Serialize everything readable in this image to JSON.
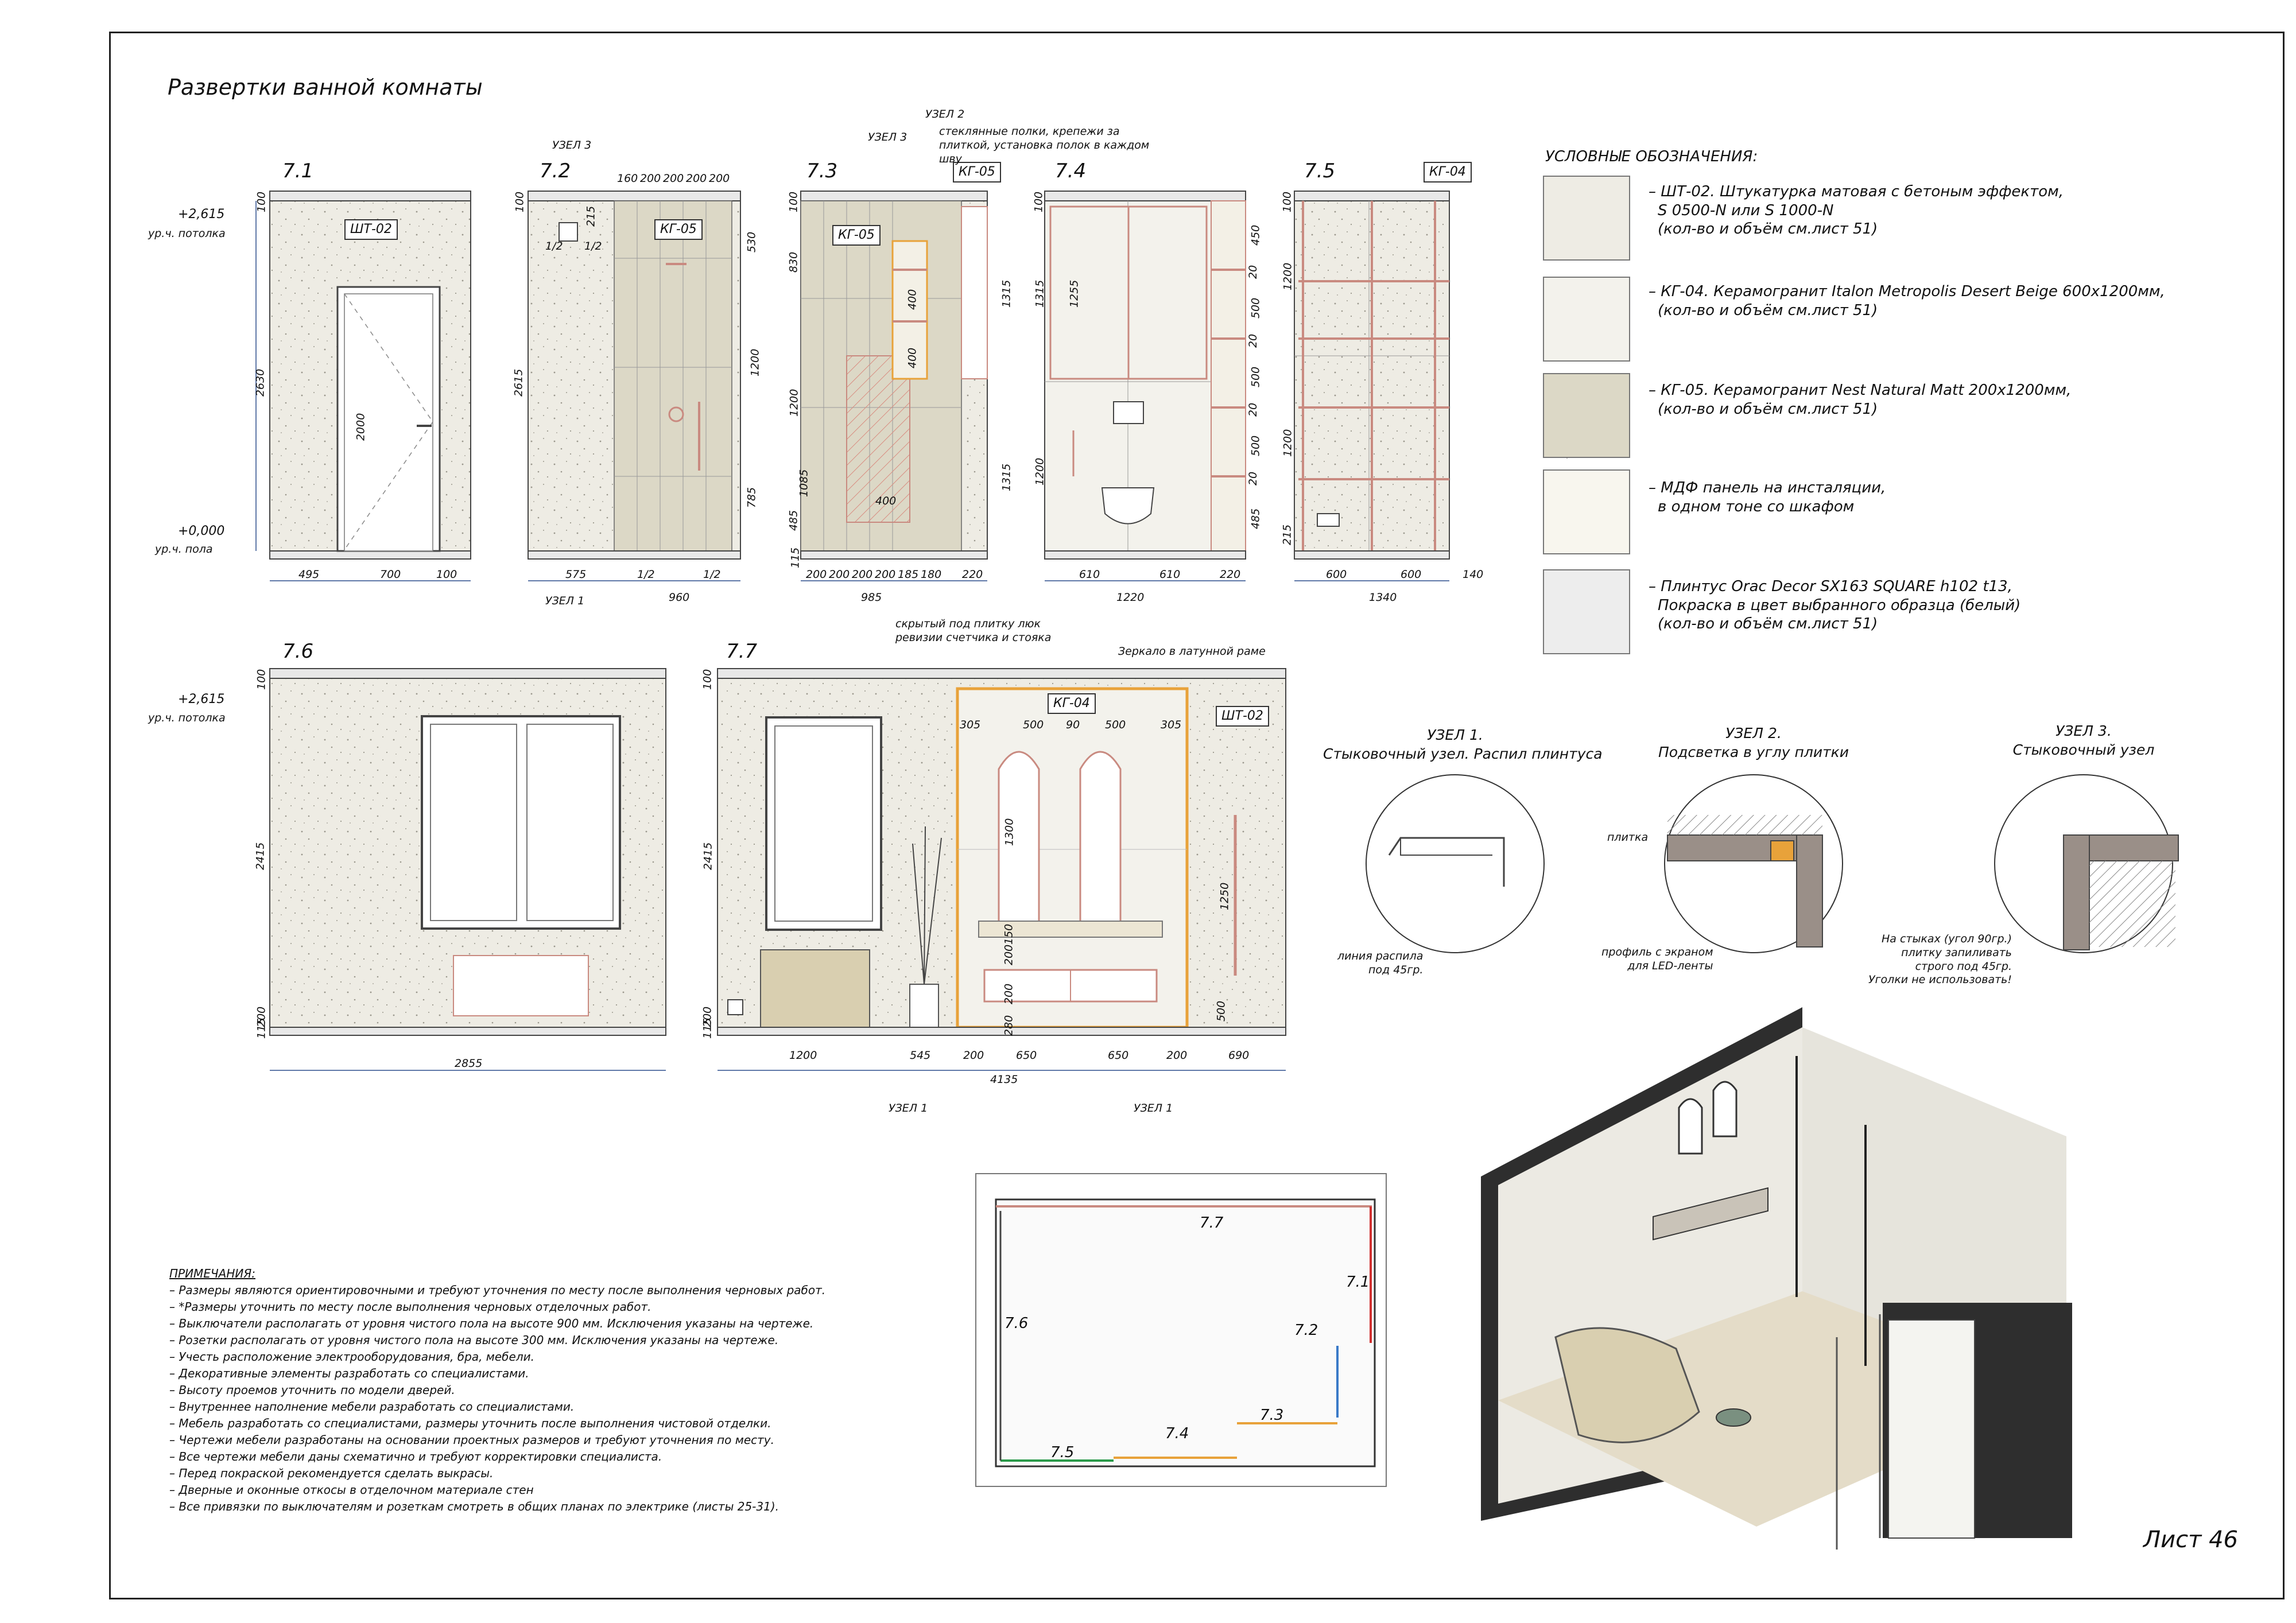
{
  "title": "Развертки ванной комнаты",
  "sheet": "Лист 46",
  "views": [
    "7.1",
    "7.2",
    "7.3",
    "7.4",
    "7.5",
    "7.6",
    "7.7"
  ],
  "levels": {
    "ceiling_value": "+2,615",
    "ceiling_label": "ур.ч. потолка",
    "floor_value": "+0,000",
    "floor_label": "ур.ч. пола"
  },
  "tags": {
    "sht02": "ШТ-02",
    "kg05": "КГ-05",
    "kg04": "КГ-04"
  },
  "callouts": {
    "uzel1": "УЗЕЛ 1",
    "uzel2": "УЗЕЛ 2",
    "uzel3": "УЗЕЛ 3",
    "shelves": "стеклянные полки, крепежи за плиткой, установка полок в каждом шву",
    "hatch": "скрытый под плитку люк ревизии счетчика и стояка",
    "mirror": "Зеркало в латунной раме"
  },
  "dims": {
    "v71": {
      "w": [
        "495",
        "700",
        "100"
      ],
      "h": [
        "100",
        "2630"
      ],
      "door": "2000"
    },
    "v72": {
      "top": [
        "160",
        "200",
        "200",
        "200",
        "200"
      ],
      "bottom": [
        "575",
        "1/2",
        "1/2"
      ],
      "total": "960",
      "h": [
        "100",
        "530",
        "2615",
        "1200",
        "785"
      ],
      "small": [
        "215",
        "1/2",
        "1/2"
      ]
    },
    "v73": {
      "bottom": [
        "200",
        "200",
        "200",
        "200",
        "185",
        "180",
        "220"
      ],
      "total": "985",
      "h": [
        "100",
        "830",
        "1200",
        "485",
        "115"
      ],
      "mid": [
        "400",
        "400",
        "400",
        "1085"
      ],
      "right": [
        "1315",
        "1315"
      ]
    },
    "v74": {
      "bottom": [
        "610",
        "610",
        "220"
      ],
      "total": "1220",
      "h": [
        "100",
        "1315",
        "1200"
      ],
      "inner": "1255",
      "right": [
        "450",
        "20",
        "500",
        "20",
        "500",
        "20",
        "500",
        "20",
        "485"
      ]
    },
    "v75": {
      "bottom": [
        "600",
        "600",
        "140"
      ],
      "total": "1340",
      "h": [
        "100",
        "1200",
        "1200",
        "215"
      ]
    },
    "v76": {
      "total": "2855",
      "h": [
        "100",
        "2415",
        "115",
        "200"
      ]
    },
    "v77": {
      "top": [
        "305",
        "500",
        "90",
        "500",
        "305"
      ],
      "bottom": [
        "1200",
        "545",
        "200",
        "650",
        "650",
        "200",
        "690"
      ],
      "total": "4135",
      "h": [
        "100",
        "2415",
        "115",
        "200"
      ],
      "inner": [
        "1300",
        "150",
        "200",
        "200",
        "280",
        "1250",
        "500"
      ]
    }
  },
  "plan": {
    "labels": [
      "7.7",
      "7.1",
      "7.6",
      "7.2",
      "7.3",
      "7.4",
      "7.5"
    ]
  },
  "legend": {
    "heading": "УСЛОВНЫЕ ОБОЗНАЧЕНИЯ:",
    "items": [
      {
        "text": [
          "– ШТ-02. Штукатурка матовая с бетоным эффектом,",
          "S 0500-N или S 1000-N",
          "(кол-во и объём см.лист 51)"
        ]
      },
      {
        "text": [
          "– КГ-04. Керамогранит Italon Metropolis Desert Beige 600x1200мм,",
          "(кол-во и объём см.лист 51)"
        ]
      },
      {
        "text": [
          "– КГ-05. Керамогранит Nest Natural Matt 200x1200мм,",
          "(кол-во и объём см.лист 51)"
        ]
      },
      {
        "text": [
          "– МДФ панель на инсталяции,",
          "в одном тоне со шкафом"
        ]
      },
      {
        "text": [
          "– Плинтус Orac Decor SX163 SQUARE h102 t13,",
          "Покраска в цвет выбранного образца (белый)",
          "(кол-во и объём см.лист 51)"
        ]
      }
    ]
  },
  "nodes": [
    {
      "title": "УЗЕЛ 1.",
      "subtitle": "Стыковочный узел. Распил плинтуса",
      "notes": [
        "линия распила",
        "под 45гр."
      ]
    },
    {
      "title": "УЗЕЛ 2.",
      "subtitle": "Подсветка в углу плитки",
      "notes": [
        "плитка",
        "профиль с экраном",
        "для LED-ленты"
      ]
    },
    {
      "title": "УЗЕЛ 3.",
      "subtitle": "Стыковочный узел",
      "notes": [
        "На стыках (угол 90гр.)",
        "плитку запиливать",
        "строго под 45гр.",
        "Уголки не использовать!"
      ]
    }
  ],
  "notes": {
    "heading": "ПРИМЕЧАНИЯ:",
    "items": [
      "– Размеры являются ориентировочными и требуют уточнения по месту после выполнения черновых работ.",
      "– *Размеры уточнить по месту после выполнения черновых отделочных работ.",
      "– Выключатели располагать от уровня чистого пола на высоте 900 мм. Исключения указаны на чертеже.",
      "– Розетки располагать от уровня чистого пола на высоте 300 мм. Исключения указаны на чертеже.",
      "– Учесть расположение электрооборудования, бра, мебели.",
      "– Декоративные элементы разработать со специалистами.",
      "– Высоту проемов уточнить по модели дверей.",
      "– Внутреннее наполнение мебели разработать со специалистами.",
      "– Мебель разработать со специалистами, размеры уточнить после выполнения чистовой отделки.",
      "– Чертежи мебели разработаны на основании проектных размеров и требуют уточнения по месту.",
      "– Все чертежи мебели даны схематично и требуют корректировки специалиста.",
      "– Перед покраской рекомендуется сделать выкрасы.",
      "– Дверные и оконные откосы в отделочном материале стен",
      "– Все привязки по выключателям и розеткам смотреть в общих планах по электрике (листы 25-31)."
    ]
  },
  "colors": {
    "plaster": "#eeece4",
    "tile04": "#f3f2ec",
    "tile05": "#dcd8c6",
    "mdf": "#f8f6ee",
    "accent": "#c98a80",
    "gold": "#e8a23a",
    "dim": "#2a4b8c"
  }
}
